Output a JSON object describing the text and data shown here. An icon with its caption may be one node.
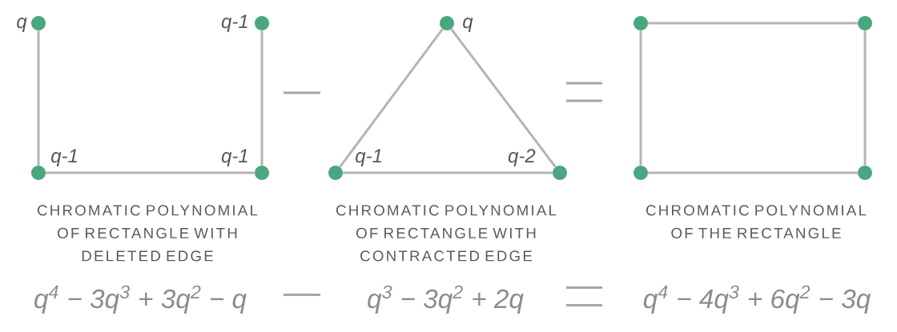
{
  "diagram": {
    "nodes": [
      {
        "text": [],
        "shape": "circle",
        "beside": [
          "q"
        ]
      },
      {
        "text": [],
        "shape": "circle",
        "beside": [
          "q-1"
        ]
      },
      {
        "text": [],
        "shape": "circle",
        "beside": [
          "q-1"
        ]
      },
      {
        "text": [],
        "shape": "circle",
        "beside": [
          "q-1"
        ]
      },
      {
        "text": [],
        "shape": "circle",
        "beside": [
          "q"
        ]
      },
      {
        "text": [],
        "shape": "circle",
        "beside": [
          "q-1"
        ]
      },
      {
        "text": [],
        "shape": "circle",
        "beside": [
          "q-2"
        ]
      },
      {
        "text": [],
        "shape": "circle"
      },
      {
        "text": [],
        "shape": "circle"
      },
      {
        "text": [],
        "shape": "circle"
      },
      {
        "text": [],
        "shape": "circle"
      }
    ],
    "edges": [
      {
        "from": 0,
        "to": 2,
        "arrow": "none"
      },
      {
        "from": 2,
        "to": 3,
        "arrow": "none"
      },
      {
        "from": 3,
        "to": 1,
        "arrow": "none"
      },
      {
        "from": 4,
        "to": 5,
        "arrow": "none"
      },
      {
        "from": 4,
        "to": 6,
        "arrow": "none"
      },
      {
        "from": 5,
        "to": 6,
        "arrow": "none"
      },
      {
        "from": 7,
        "to": 8,
        "arrow": "none"
      },
      {
        "from": 7,
        "to": 9,
        "arrow": "none"
      },
      {
        "from": 8,
        "to": 10,
        "arrow": "none"
      },
      {
        "from": 9,
        "to": 10,
        "arrow": "none"
      }
    ],
    "labels": [
      "CHROMATIC POLYNOMIAL OF RECTANGLE WITH DELETED EDGE",
      "CHROMATIC POLYNOMIAL OF RECTANGLE WITH CONTRACTED EDGE",
      "CHROMATIC POLYNOMIAL OF THE RECTANGLE",
      "q$^{4}$ − 3q$^{3}$ + 3q$^{2}$ − q",
      "q$^{3}$ − 3q$^{2}$ + 2q",
      "q$^{4}$ − 4q$^{3}$ + 6q$^{2}$ − 3q"
    ]
  }
}
